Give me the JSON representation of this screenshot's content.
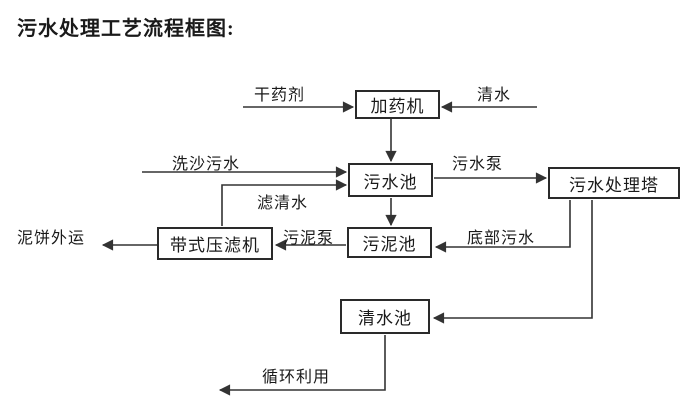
{
  "title": "污水处理工艺流程框图:",
  "diagram": {
    "type": "flowchart",
    "nodes": {
      "dosing_machine": "加药机",
      "sewage_pool": "污水池",
      "treatment_tower": "污水处理塔",
      "sludge_pool": "污泥池",
      "belt_filter_press": "带式压滤机",
      "clear_water_pool": "清水池"
    },
    "edge_labels": {
      "dry_agent": "干药剂",
      "clean_water": "清水",
      "sand_washing_sewage": "洗沙污水",
      "sewage_pump": "污水泵",
      "filtered_water": "滤清水",
      "mud_cake_out": "泥饼外运",
      "sludge_pump": "污泥泵",
      "bottom_sewage": "底部污水",
      "recycle_use": "循环利用"
    },
    "flows": [
      "干药剂 → 加药机",
      "清水 → 加药机",
      "加药机 → 污水池",
      "洗沙污水 → 污水池",
      "带式压滤机 → 滤清水 → 污水池",
      "污水池 → 污水泵 → 污水处理塔",
      "污水池 → 污泥池",
      "污泥池 → 污泥泵 → 带式压滤机",
      "带式压滤机 → 泥饼外运",
      "污水处理塔 → 底部污水 → 污泥池",
      "污水处理塔 → 清水池",
      "清水池 → 循环利用"
    ],
    "colors": {
      "line": "#333333",
      "text": "#1a1a1a",
      "background": "#ffffff"
    }
  }
}
